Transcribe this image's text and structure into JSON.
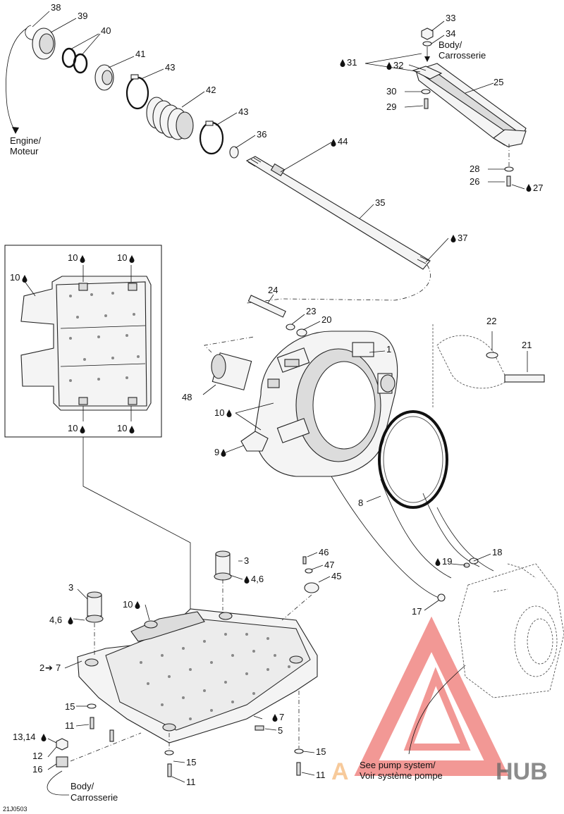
{
  "figure_code": "21J0503",
  "notes": {
    "engine": [
      "Engine/",
      "Moteur"
    ],
    "body_top": [
      "Body/",
      "Carrosserie"
    ],
    "body_bottom": [
      "Body/",
      "Carrosserie"
    ],
    "pump": [
      "See pump system/",
      "Voir système pompe"
    ]
  },
  "watermark": {
    "prefix": "A",
    "suffix": "HUB"
  },
  "callouts": {
    "c38": "38",
    "c39": "39",
    "c40": "40",
    "c41": "41",
    "c42": "42",
    "c43a": "43",
    "c43b": "43",
    "c36": "36",
    "c44": "44",
    "c35": "35",
    "c37": "37",
    "c33": "33",
    "c34": "34",
    "c31": "31",
    "c32": "32",
    "c25": "25",
    "c30": "30",
    "c29": "29",
    "c28": "28",
    "c26": "26",
    "c27": "27",
    "c24": "24",
    "c23": "23",
    "c20": "20",
    "c1": "1",
    "c22": "22",
    "c21": "21",
    "c48": "48",
    "c10m": "10",
    "c9": "9",
    "c8": "8",
    "c18": "18",
    "c19": "19",
    "c17": "17",
    "i10a": "10",
    "i10b": "10",
    "i10c": "10",
    "i10d": "10",
    "i10e": "10",
    "c3a": "3",
    "c46a": "4,6",
    "c46": "46",
    "c47": "47",
    "c45": "45",
    "c3b": "3",
    "c46b": "4,6",
    "c10p": "10",
    "c27b": "2",
    "c7a": "7",
    "c15a": "15",
    "c11a": "11",
    "c7b": "7",
    "c5": "5",
    "c1314": "13,14",
    "c12": "12",
    "c16": "16",
    "c15b": "15",
    "c11b": "11",
    "c15c": "15",
    "c11c": "11"
  }
}
